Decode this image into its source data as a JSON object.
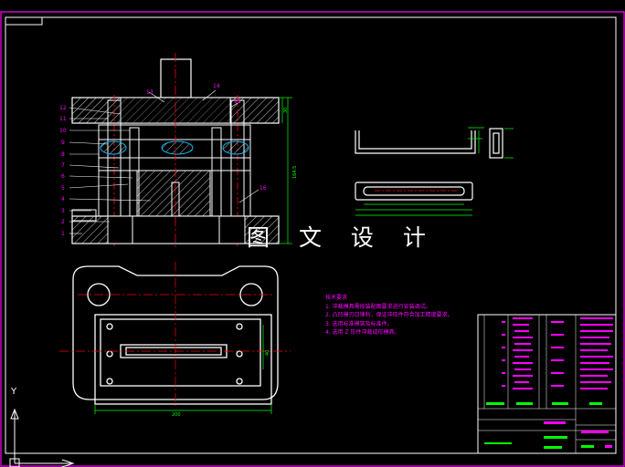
{
  "watermark": "图 文 设 计",
  "ucs": {
    "y_label": "Y"
  },
  "part_labels": [
    "1",
    "2",
    "3",
    "4",
    "5",
    "6",
    "7",
    "8",
    "9",
    "10",
    "11",
    "12",
    "13",
    "14",
    "15",
    "16"
  ],
  "section_dims": {
    "right_height": "164.5",
    "top_right": "30"
  },
  "plan_view_dims": {
    "width": "200",
    "side": "40"
  },
  "notes": {
    "title": "技术要求",
    "items": [
      "1. 冲裁模具需按装配图要求进行安装调试。",
      "2. 凸凹模刃口锋利，保证冲压件符合加工精度要求。",
      "3. 选用标准模架及标准件。",
      "4. 选用 Z 形件冲裁成形模具。"
    ]
  },
  "colors": {
    "background": "#000000",
    "outline": "#ffffff",
    "dimension": "#00ff00",
    "label": "#ff00ff",
    "centerline": "#ff0000",
    "frame": "#ff00ff"
  }
}
